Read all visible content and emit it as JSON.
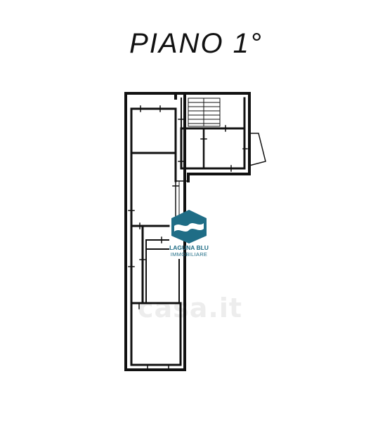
{
  "title": "PIANO 1°",
  "logo": {
    "line1": "LAGUNA BLU",
    "line2": "IMMOBILIARE",
    "color": "#1f6d86"
  },
  "watermark": "casa.it"
}
